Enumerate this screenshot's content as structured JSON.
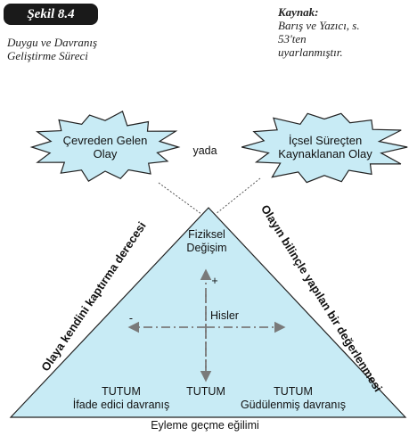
{
  "figure": {
    "label": "Şekil 8.4",
    "caption_lines": [
      "Duygu ve Davranış",
      "Geliştirme Süreci"
    ]
  },
  "source": {
    "heading": "Kaynak:",
    "lines": [
      "Barış ve Yazıcı, s.",
      "53'ten",
      "uyarlanmıştır."
    ]
  },
  "clouds": {
    "left": [
      "Çevreden Gelen",
      "Olay"
    ],
    "right": [
      "İçsel Süreçten",
      "Kaynaklanan Olay"
    ]
  },
  "connector": "yada",
  "triangle": {
    "apex": [
      "Fiziksel",
      "Değişim"
    ],
    "center": "Hisler",
    "plus": "+",
    "minus": "-",
    "bottom_left": [
      "TUTUM",
      "İfade edici davranış"
    ],
    "bottom_center": "TUTUM",
    "bottom_right": [
      "TUTUM",
      "Güdülenmiş davranış"
    ],
    "left_side": "Olaya kendini kaptırma derecesi",
    "right_side": "Olayın bilinçle yapılan bir değerlenmesi",
    "base": "Eyleme geçme eğilimi"
  },
  "colors": {
    "triangle_fill": "#c8ebf5",
    "cloud_fill": "#c8ebf5",
    "outline": "#222222",
    "arrow": "#7a7a7a"
  }
}
